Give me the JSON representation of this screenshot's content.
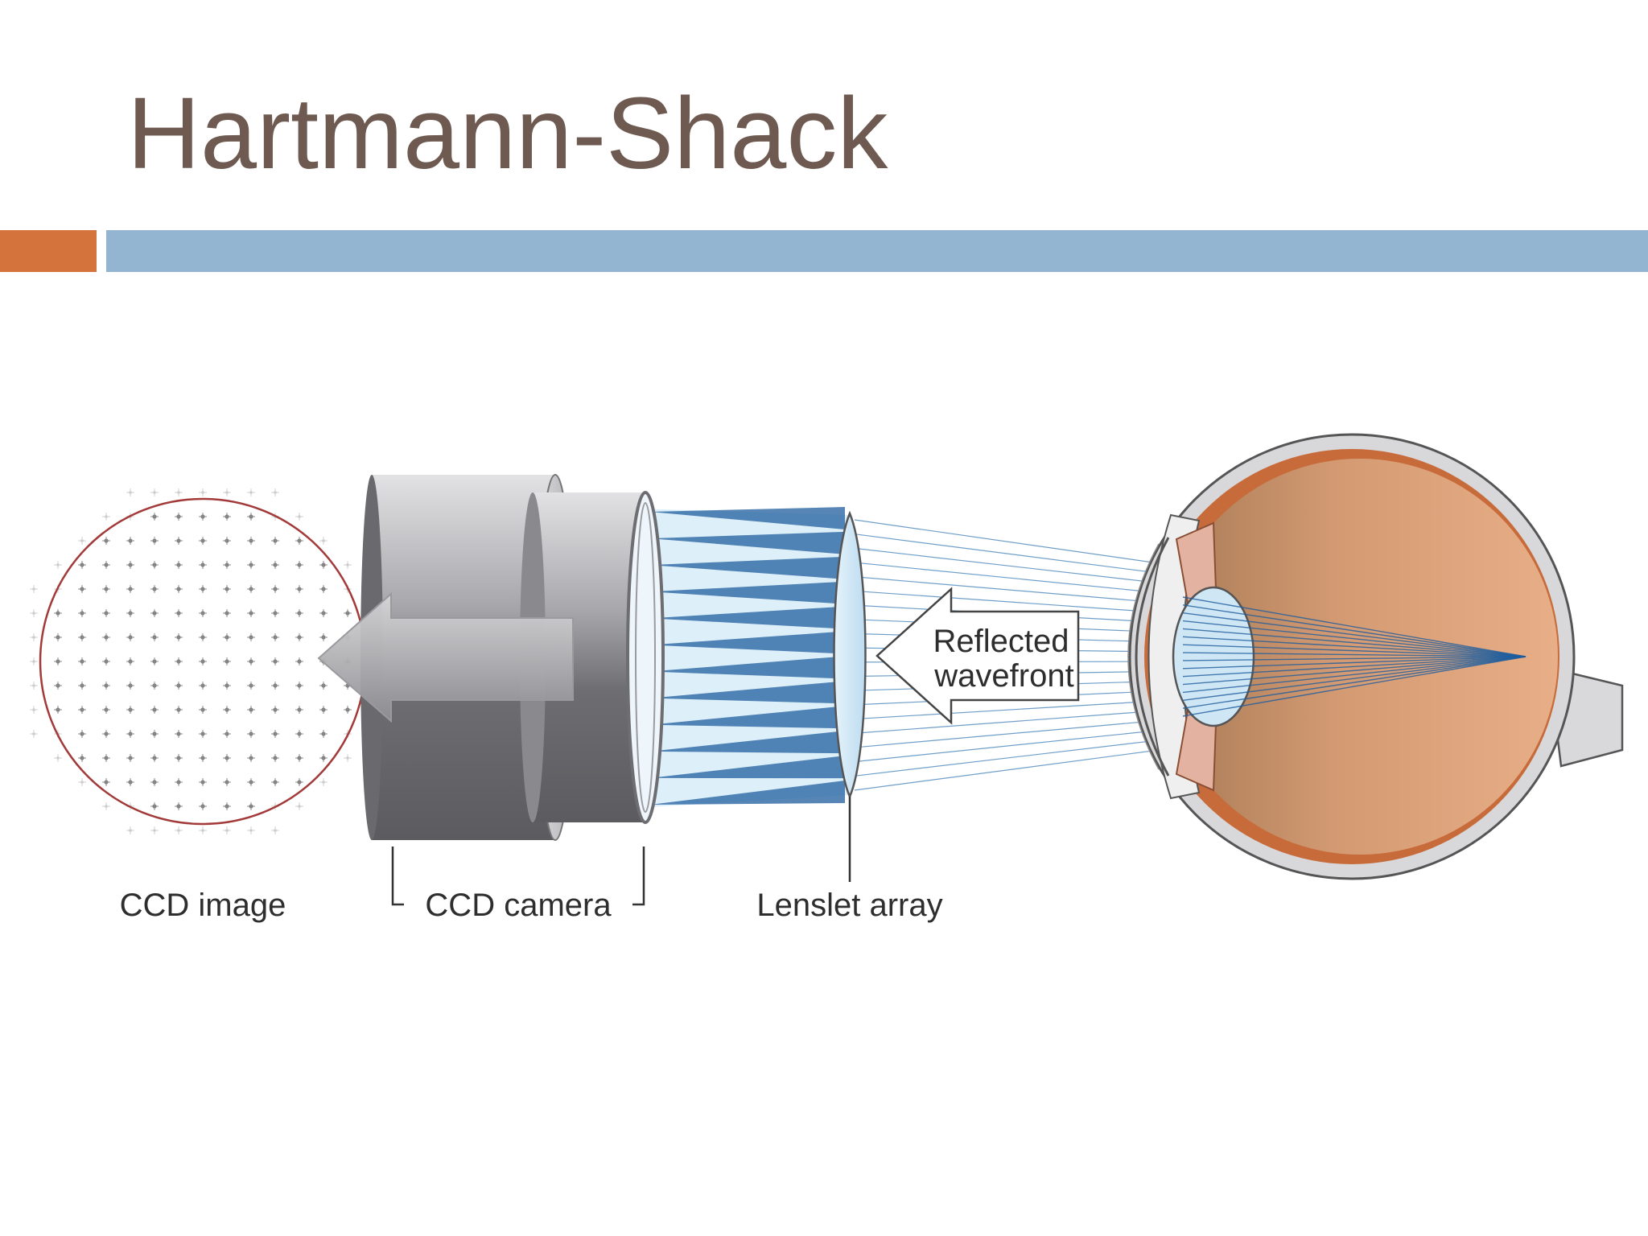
{
  "slide": {
    "title": "Hartmann-Shack"
  },
  "colors": {
    "title": "#6e5a50",
    "accent_orange": "#d5733c",
    "accent_blue": "#93b5d1",
    "ray_blue": "#1f5e9e",
    "eye_interior": "#dfa27c"
  },
  "diagram": {
    "labels": {
      "ccd_image": "CCD image",
      "ccd_camera": "CCD camera",
      "lenslet_array": "Lenslet array",
      "reflected_line1": "Reflected",
      "reflected_line2": "wavefront"
    }
  }
}
